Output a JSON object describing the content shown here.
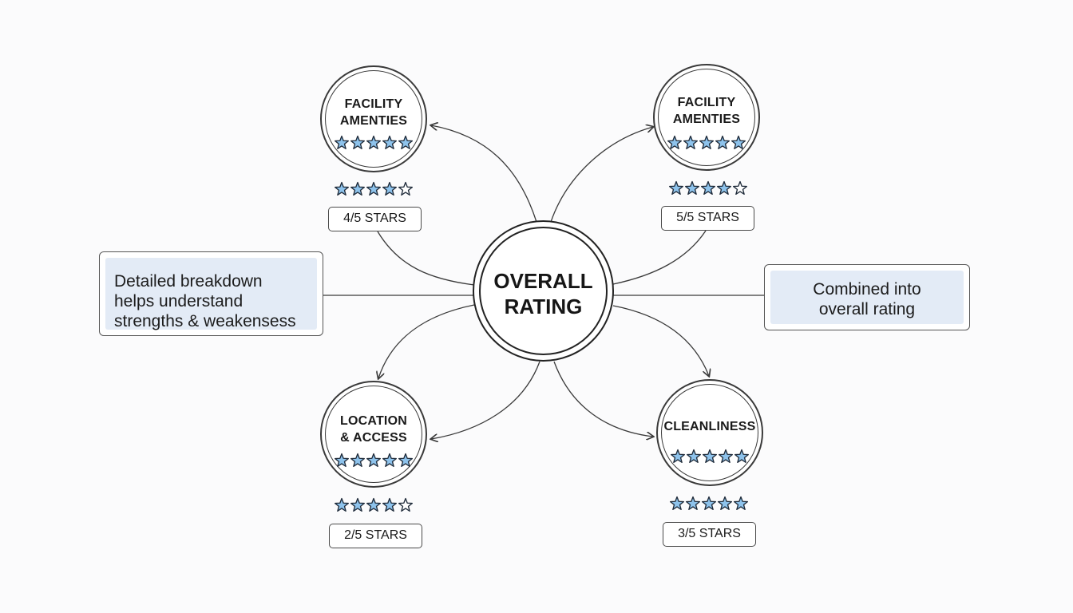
{
  "center": {
    "title_line1": "OVERALL",
    "title_line2": "RATING"
  },
  "colors": {
    "star_fill": "#8ec3ec",
    "star_stroke": "#1f2b3a",
    "note_fill": "#e3ebf6"
  },
  "categories": [
    {
      "title_line1": "FACILITY",
      "title_line2": "AMENTIES",
      "score_label": "4/5 STARS",
      "rating": 4,
      "inner_rating": 5
    },
    {
      "title_line1": "FACILITY",
      "title_line2": "AMENTIES",
      "score_label": "5/5 STARS",
      "rating": 4,
      "inner_rating": 5
    },
    {
      "title_line1": "LOCATION",
      "title_line2": "& ACCESS",
      "score_label": "2/5 STARS",
      "rating": 4,
      "inner_rating": 5
    },
    {
      "title_line1": "CLEANLINESS",
      "title_line2": "",
      "score_label": "3/5 STARS",
      "rating": 5,
      "inner_rating": 5
    }
  ],
  "notes": {
    "left": {
      "line1": "Detailed breakdown",
      "line2": "helps understand",
      "line3": "strengths & weakensess"
    },
    "right": {
      "line1": "Combined into",
      "line2": "overall rating"
    }
  }
}
